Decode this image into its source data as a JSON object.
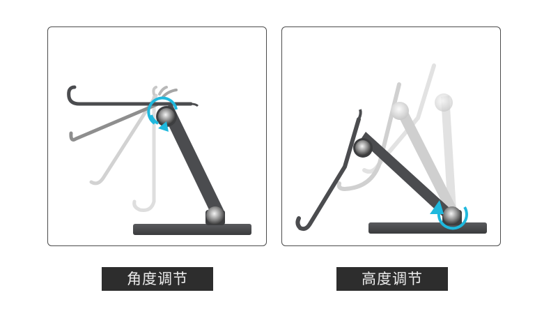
{
  "panels": [
    {
      "id": "angle",
      "caption": "角度调节",
      "illustration": "stand-angle-adjustment",
      "arrow_icon": "rotate-clockwise-arrow-icon"
    },
    {
      "id": "height",
      "caption": "高度调节",
      "illustration": "stand-height-adjustment",
      "arrow_icon": "rotate-counterclockwise-arrow-icon"
    }
  ],
  "colors": {
    "panel_border": "#4a4a4a",
    "caption_bg": "#2d2d2d",
    "caption_text": "#ececec",
    "accent_arrow": "#1fb8dd",
    "stand_dark": "#4b4c4f",
    "stand_ghost_1": "#8c8c8c",
    "stand_ghost_2": "#c8c8c8",
    "stand_ghost_3": "#dedede"
  }
}
